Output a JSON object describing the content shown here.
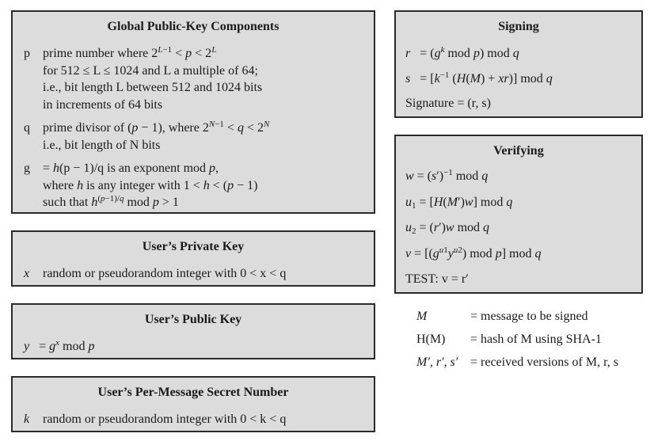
{
  "global": {
    "title": "Global Public-Key Components",
    "p_symbol": "p",
    "p_line2": "for 512 ≤ L ≤ 1024 and L a multiple of 64;",
    "p_line3": "i.e., bit length L between 512 and 1024 bits",
    "p_line4": "in increments of 64 bits",
    "q_symbol": "q",
    "q_line2": "i.e., bit length of N bits",
    "g_symbol": "g"
  },
  "private_key": {
    "title": "User’s Private Key",
    "symbol": "x",
    "text": "random or pseudorandom integer with 0 < x < q"
  },
  "public_key": {
    "title": "User’s Public Key"
  },
  "secret": {
    "title": "User’s Per-Message Secret Number",
    "symbol": "k",
    "text": "random or pseudorandom integer with 0 < k < q"
  },
  "signing": {
    "title": "Signing",
    "signature_line": "Signature = (r, s)"
  },
  "verifying": {
    "title": "Verifying",
    "test_line": "TEST: v = r′"
  },
  "legend": {
    "m_symbol": "M",
    "m_desc": "= message to be signed",
    "h_symbol": "H(M)",
    "h_desc": "= hash of M using SHA-1",
    "mp_symbol": "M′, r′, s′",
    "mp_desc": "= received versions of M, r, s"
  }
}
